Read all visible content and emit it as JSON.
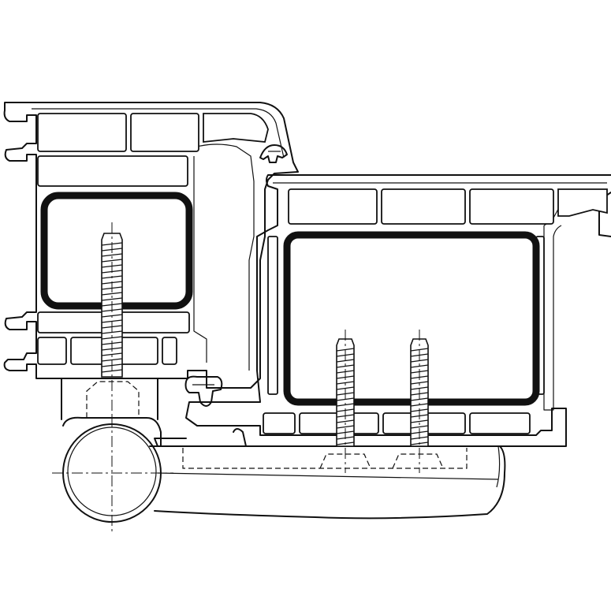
{
  "figure": {
    "type": "technical-cross-section",
    "subject": "window-profile-with-hinge",
    "line_color": "#111111",
    "background": "#ffffff"
  },
  "parts": [
    {
      "name": "frame-profile"
    },
    {
      "name": "sash-profile"
    },
    {
      "name": "frame-steel-reinforcement"
    },
    {
      "name": "sash-steel-reinforcement"
    },
    {
      "name": "frame-screw"
    },
    {
      "name": "sash-screw-left"
    },
    {
      "name": "sash-screw-right"
    },
    {
      "name": "hinge-knuckle"
    },
    {
      "name": "hinge-plate"
    },
    {
      "name": "gasket-frame"
    },
    {
      "name": "gasket-sash"
    }
  ]
}
